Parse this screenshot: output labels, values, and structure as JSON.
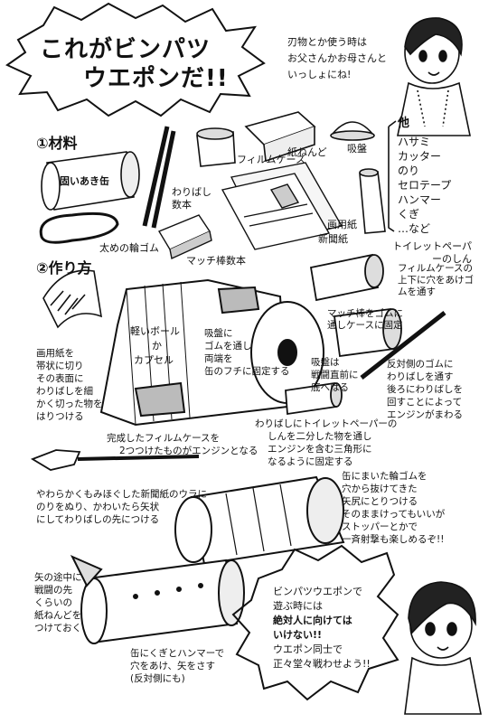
{
  "title": {
    "line1": "これがビンパツ",
    "line2": "ウエポンだ!!"
  },
  "top_note": [
    "刃物とか使う時は",
    "お父さんかお母さんと",
    "いっしょにね!"
  ],
  "materials": {
    "heading": "①材料",
    "can_label": "固いあき缶",
    "chopsticks": [
      "わりばし",
      "数本"
    ],
    "film_case": "フィルムケース",
    "clay": "紙ねんど",
    "suction_cup": "吸盤",
    "rubber": "太めの輪ゴム",
    "matches": "マッチ棒数本",
    "drawing_paper": "画用紙",
    "newspaper": "新聞紙",
    "toilet_roll": "トイレットペーパーのしん",
    "other_heading": "他",
    "other_items": [
      "ハサミ",
      "カッター",
      "のり",
      "セロテープ",
      "ハンマー",
      "くぎ",
      "…など"
    ]
  },
  "steps": {
    "heading": "②作り方",
    "film_hole": [
      "フィルムケースの",
      "上下に穴をあけゴ",
      "ムを通す"
    ],
    "match_fix": [
      "マッチ棒をゴムに",
      "通しケースに固定"
    ],
    "ball": [
      "軽いボール",
      "か",
      "カプセル"
    ],
    "suction_rubber": [
      "吸盤に",
      "ゴムを通し",
      "両端を",
      "缶のフチに固定する"
    ],
    "paper_strip": [
      "画用紙を",
      "帯状に切り",
      "その表面に",
      "わりばしを細",
      "かく切った物を",
      "はりつける"
    ],
    "sucker_note": [
      "吸盤は",
      "戦闘直前に",
      "底へはる"
    ],
    "engine": [
      "反対側のゴムに",
      "わりばしを通す",
      "後ろにわりばしを",
      "回すことによって",
      "エンジンがまわる"
    ],
    "finished": [
      "完成したフィルムケースを",
      "2つつけたものがエンジンとなる"
    ],
    "triangle": [
      "わりばしにトイレットペーパーの",
      "しんを二分した物を通し",
      "エンジンを含む三角形に",
      "なるように固定する"
    ],
    "arrow_note": [
      "やわらかくもみほぐした新聞紙のウラに",
      "のりをぬり、かわいたら矢状",
      "にしてわりばしの先につける"
    ],
    "stopper": [
      "缶にまいた輪ゴムを",
      "穴から抜けてきた",
      "矢尻にとりつける",
      "そのままけってもいいが",
      "ストッパーとかで",
      "一斉射撃も楽しめるぞ!!"
    ],
    "arrow_tip": [
      "矢の途中に",
      "戦闘の先",
      "くらいの",
      "紙ねんどを",
      "つけておく"
    ],
    "nail_note": [
      "缶にくぎとハンマーで",
      "穴をあけ、矢をさす",
      "(反対側にも)"
    ]
  },
  "warning": [
    "ビンパツウエポンで",
    "遊ぶ時には",
    "絶対人に向けては",
    "いけない!!",
    "ウエポン同士で",
    "正々堂々戦わせよう!!"
  ]
}
